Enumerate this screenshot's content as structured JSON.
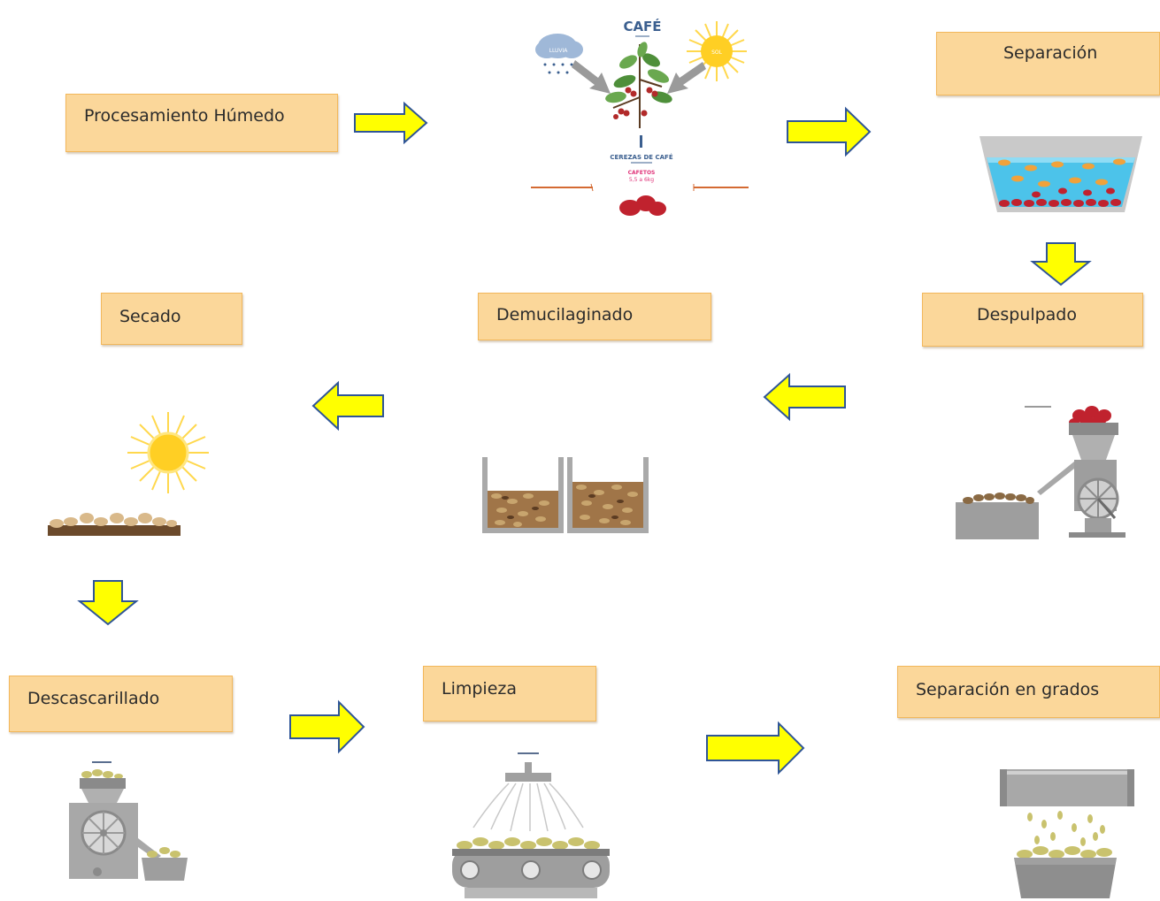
{
  "steps": {
    "procesamiento": "Procesamiento Húmedo",
    "separacion": "Separación",
    "despulpado": "Despulpado",
    "demucilaginado": "Demucilaginado",
    "secado": "Secado",
    "descascarillado": "Descascarillado",
    "limpieza": "Limpieza",
    "separacion_grados": "Separación en grados"
  },
  "coffee_plant": {
    "title": "CAFÉ",
    "rain": "LLUVIA",
    "sun": "SOL",
    "cherries": "CEREZAS DE CAFÉ",
    "cafetos": "CAFETOS",
    "cafetos_detail": "5,5 a 6kg"
  },
  "colors": {
    "box_fill": "#fbd79a",
    "box_border": "#f2b75b",
    "arrow_fill": "#ffff00",
    "arrow_stroke": "#2f5597"
  }
}
